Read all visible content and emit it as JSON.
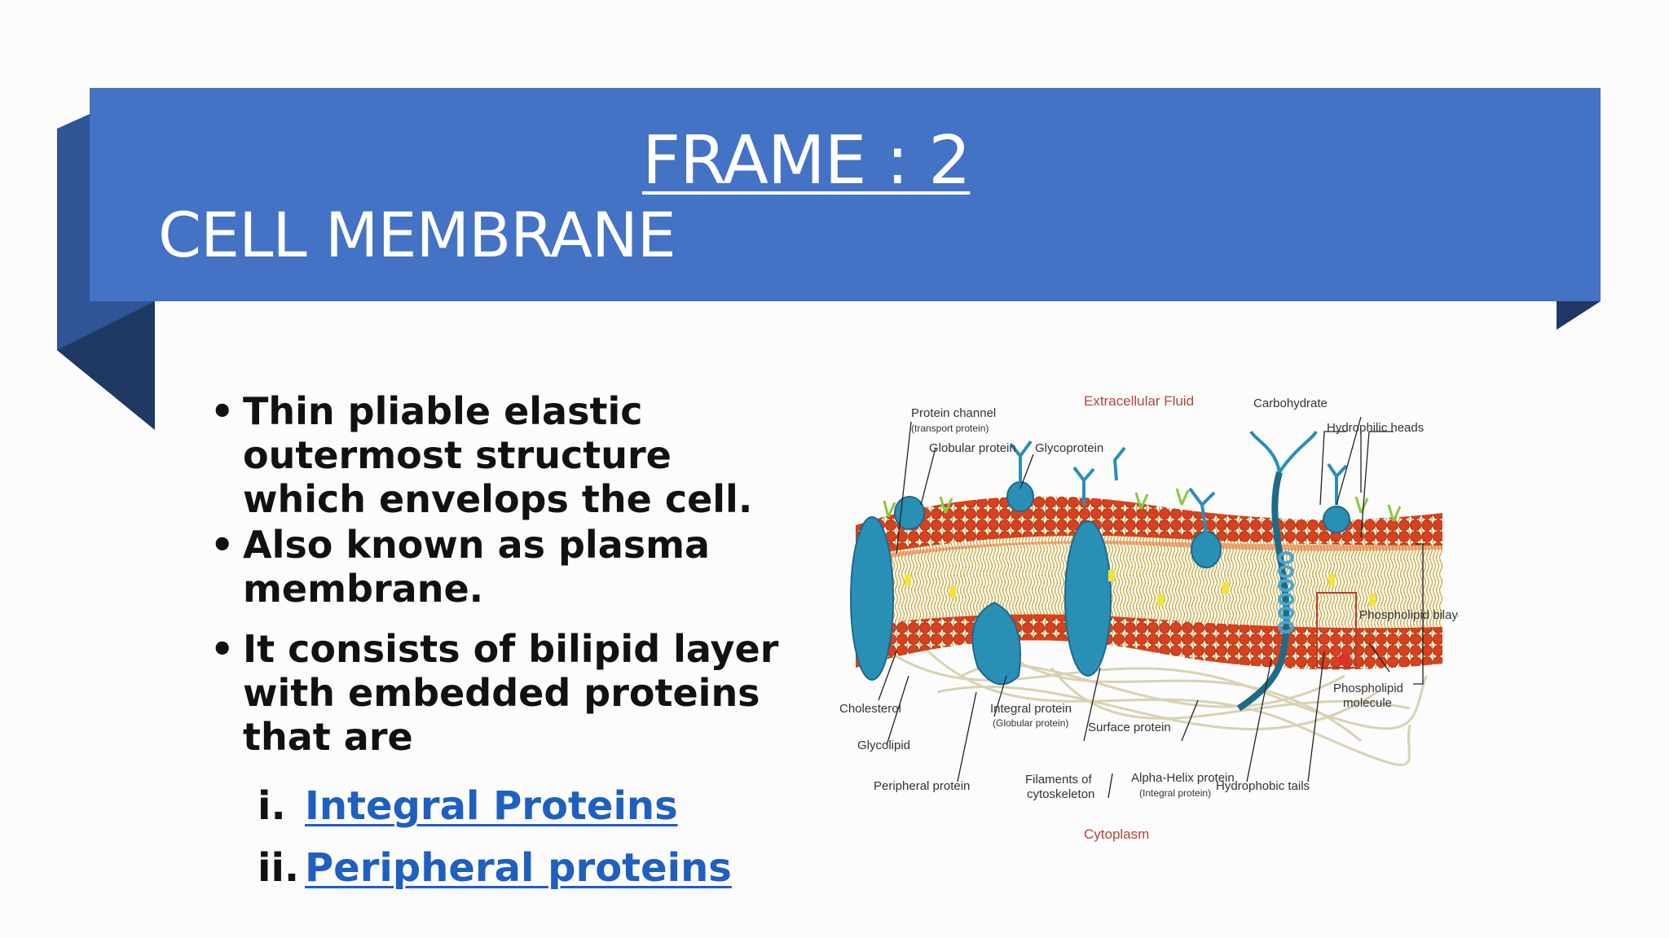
{
  "slide": {
    "title_frame": "FRAME : 2",
    "title_main": "CELL MEMBRANE"
  },
  "bullets": [
    {
      "text": "Thin pliable elastic outermost structure which envelops the cell."
    },
    {
      "text": "Also known as plasma membrane."
    },
    {
      "text": "It consists of bilipid layer with embedded proteins that are"
    }
  ],
  "bullet_glyph": "•",
  "protein_types": [
    {
      "numeral": "i.",
      "label": "Integral Proteins"
    },
    {
      "numeral": "ii.",
      "label": "Peripheral proteins"
    }
  ],
  "diagram_labels": {
    "extracellular": "Extracellular Fluid",
    "protein_channel": "Protein channel",
    "transport_protein": "(transport protein)",
    "globular_protein": "Globular protein",
    "glycoprotein": "Glycoprotein",
    "carbohydrate": "Carbohydrate",
    "hydrophilic_heads": "Hydrophilic heads",
    "phospholipid_bilayer": "Phospholipid bilayer",
    "phospholipid_molecule_1": "Phospholipid",
    "phospholipid_molecule_2": "molecule",
    "cholesterol": "Cholesterol",
    "glycolipid": "Glycolipid",
    "peripheral_protein": "Peripheral protein",
    "integral_protein": "Integral protein",
    "integral_globular": "(Globular protein)",
    "surface_protein": "Surface protein",
    "filaments_1": "Filaments of",
    "filaments_2": "cytoskeleton",
    "alpha_helix": "Alpha-Helix protein",
    "alpha_helix_sub": "(Integral protein)",
    "hydrophobic_tails": "Hydrophobic tails",
    "cytoplasm": "Cytoplasm"
  },
  "colors": {
    "banner": "#4472c4",
    "banner_fold": "#2f5597",
    "banner_shadow": "#1f3864",
    "link": "#1f5fbf",
    "membrane_head": "#d9411e",
    "protein": "#2a8fb5"
  }
}
